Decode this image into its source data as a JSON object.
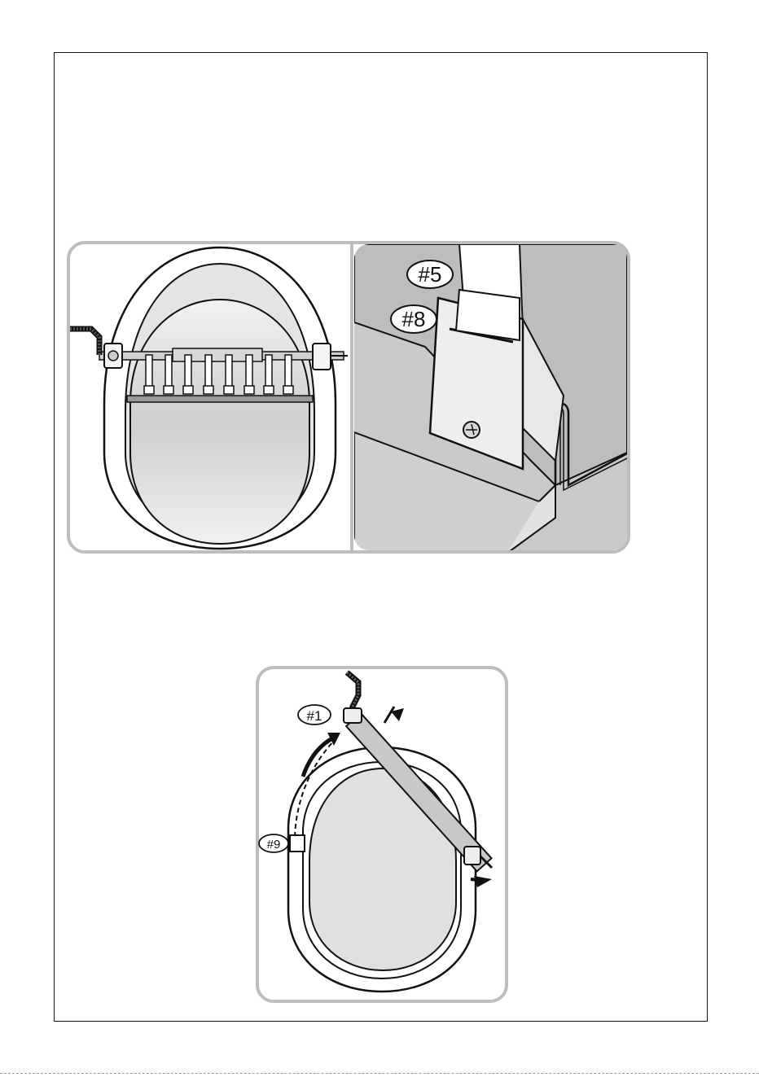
{
  "figures": {
    "panel_left": {
      "description_name": "hoop-frame-top-view"
    },
    "panel_right": {
      "callouts": [
        "#5",
        "#8"
      ]
    },
    "panel_bottom": {
      "callouts": [
        "#1",
        "#9"
      ]
    }
  },
  "colors": {
    "panel_border": "#bdbdbd",
    "line": "#111111",
    "fill_light": "#e6e6e6",
    "fill_mid": "#cfcfcf",
    "fill_dark": "#b8b8b8"
  }
}
